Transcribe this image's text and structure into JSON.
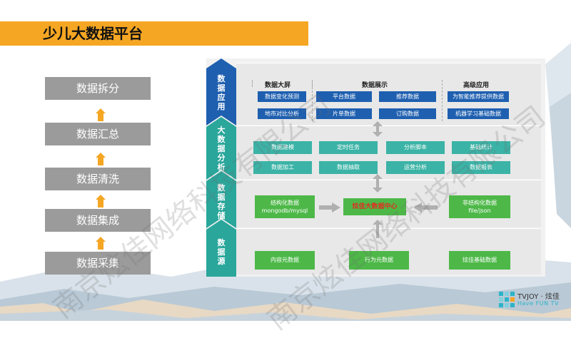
{
  "title": "少儿大数据平台",
  "flow_steps": [
    "数据拆分",
    "数据汇总",
    "数据清洗",
    "数据集成",
    "数据采集"
  ],
  "layers": [
    {
      "label": "数据应用",
      "color": "#1e5fb0"
    },
    {
      "label": "大数据分析",
      "color": "#2aa69b"
    },
    {
      "label": "数据存储",
      "color": "#2aa69b"
    },
    {
      "label": "数据源",
      "color": "#2aa69b"
    }
  ],
  "application": {
    "sections": [
      {
        "title": "数据大屏",
        "items": [
          "数据变化预测",
          "地市对比分析"
        ]
      },
      {
        "title": "数据展示",
        "items": [
          "平台数据",
          "片单数据",
          "推荐数据",
          "订购数据"
        ]
      },
      {
        "title": "高级应用",
        "items": [
          "为智能推荐提供数据",
          "机器学习基础数据"
        ]
      }
    ]
  },
  "analysis": {
    "items": [
      "数据建模",
      "定时任务",
      "分析脚本",
      "基础统计",
      "数据加工",
      "数据抽取",
      "运营分析",
      "数据报表"
    ]
  },
  "storage": {
    "left": {
      "line1": "结构化数据",
      "line2": "mongodb/mysql"
    },
    "center": "炫佳大数据中心",
    "right": {
      "line1": "非结构化数据",
      "line2": "file/json"
    }
  },
  "sources": [
    "内容元数据",
    "行为元数据",
    "炫佳基础数据"
  ],
  "watermarks": [
    "南京炫佳网络科技有限公司",
    "南京炫佳网络科技有限公司"
  ],
  "logo": {
    "top": "TVJOY · 炫佳",
    "bottom": "Have FUN TV"
  },
  "colors": {
    "title_bar": "#f5a623",
    "app_blue": "#1e5fb0",
    "analysis_teal": "#3bb3a6",
    "storage_green": "#4db848",
    "flow_gray": "#9b9b9b",
    "up_arrow": "#f5a623",
    "center_text": "#e0301e"
  }
}
